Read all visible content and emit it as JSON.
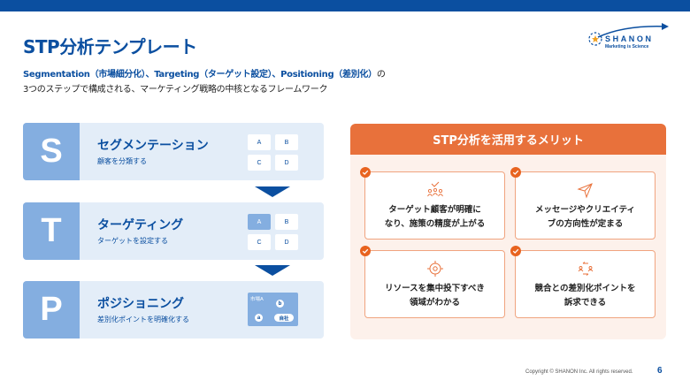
{
  "header": {
    "title": "STP分析テンプレート",
    "logo": {
      "name": "SHANON",
      "tagline": "Marketing is Science"
    }
  },
  "subtitle": {
    "line1_highlight": "Segmentation（市場細分化）、Targeting（ターゲット設定）、Positioning（差別化）",
    "line1_suffix": "の",
    "line2": "3つのステップで構成される、マーケティング戦略の中核となるフレームワーク"
  },
  "steps": [
    {
      "letter": "S",
      "title": "セグメンテーション",
      "desc": "顧客を分類する",
      "grid": [
        "A",
        "B",
        "C",
        "D"
      ],
      "active": []
    },
    {
      "letter": "T",
      "title": "ターゲティング",
      "desc": "ターゲットを設定する",
      "grid": [
        "A",
        "B",
        "C",
        "D"
      ],
      "active": [
        "A"
      ]
    },
    {
      "letter": "P",
      "title": "ポジショニング",
      "desc": "差別化ポイントを明確化する",
      "map": {
        "label": "市場A",
        "dot_a": "a",
        "dot_b": "b",
        "self": "自社"
      }
    }
  ],
  "merits": {
    "title": "STP分析を活用するメリット",
    "items": [
      {
        "icon": "people-check-icon",
        "line1": "ターゲット顧客が明確に",
        "line2": "なり、施策の精度が上がる"
      },
      {
        "icon": "paper-plane-icon",
        "line1": "メッセージやクリエイティ",
        "line2": "ブの方向性が定まる"
      },
      {
        "icon": "target-icon",
        "line1": "リソースを集中投下すべき",
        "line2": "領域がわかる"
      },
      {
        "icon": "compare-arrows-icon",
        "line1": "競合との差別化ポイントを",
        "line2": "訴求できる"
      }
    ]
  },
  "footer": {
    "copyright": "Copyright © SHANON Inc. All rights reserved.",
    "page_number": "6"
  },
  "colors": {
    "primary_blue": "#0b4fa0",
    "light_blue": "#84aee0",
    "pale_blue": "#e3edf8",
    "orange": "#e8713b",
    "pale_orange": "#fdf1eb"
  }
}
